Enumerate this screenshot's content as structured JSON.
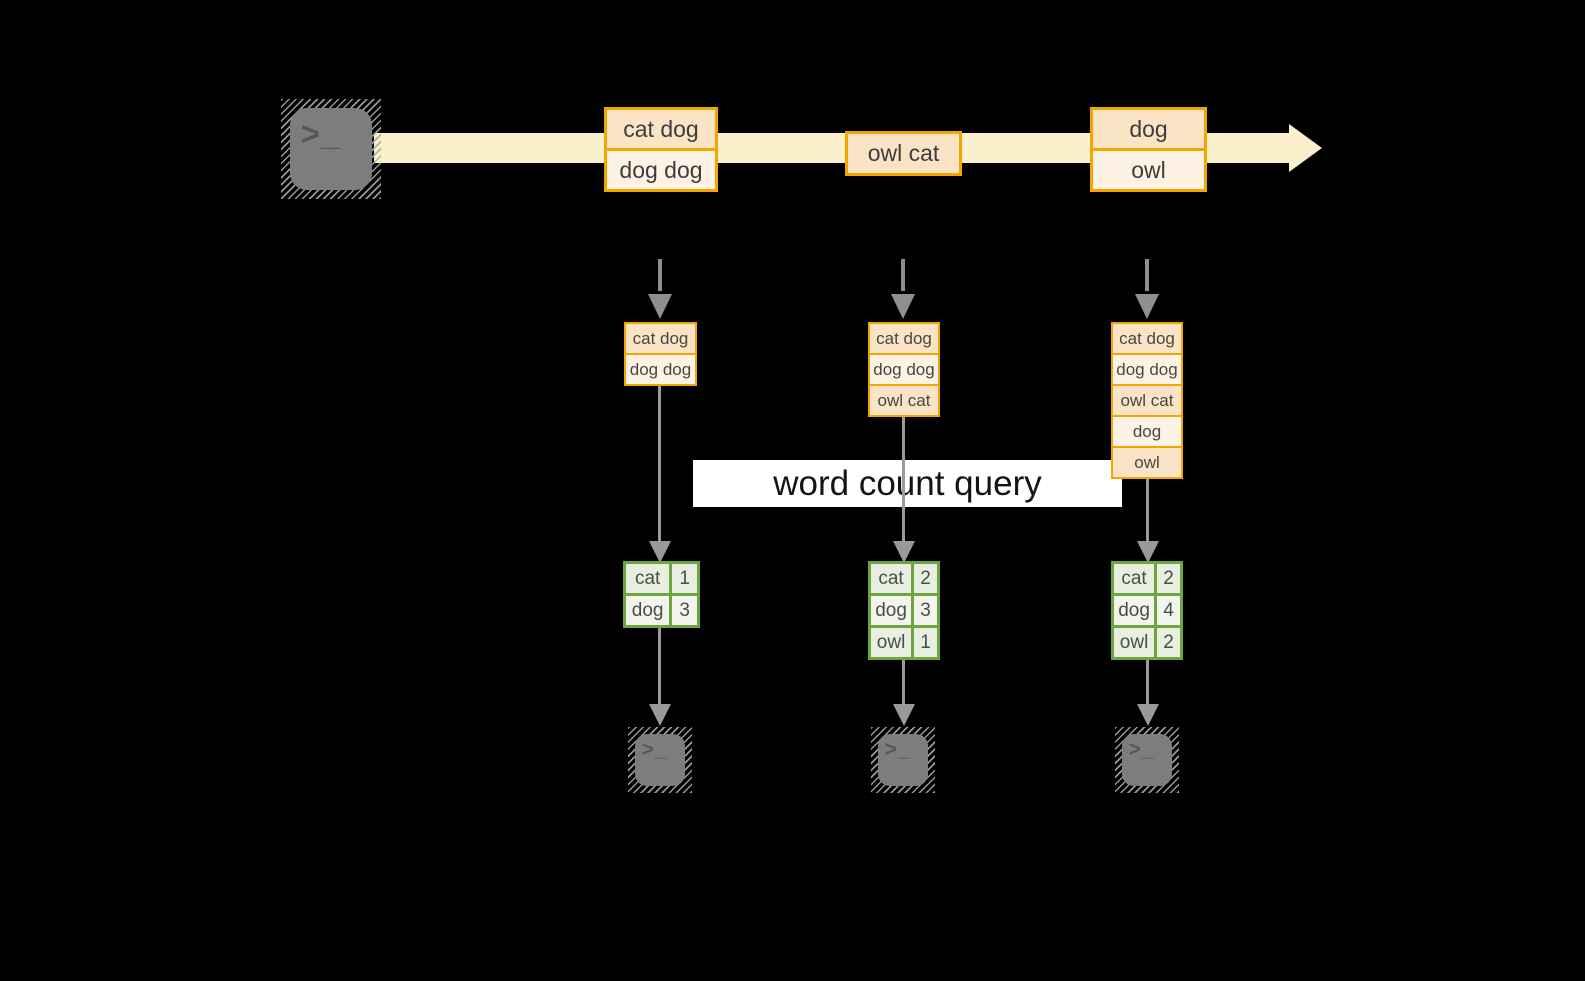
{
  "glyphs": {
    "chevron": ">",
    "underscore": "_"
  },
  "timeline": {
    "events": [
      {
        "rows": [
          "cat dog",
          "dog dog"
        ]
      },
      {
        "rows": [
          "owl cat"
        ]
      },
      {
        "rows": [
          "dog",
          "owl"
        ]
      }
    ]
  },
  "query": {
    "label": "word count query"
  },
  "columns": [
    {
      "buffer": [
        "cat dog",
        "dog dog"
      ],
      "counts": [
        {
          "word": "cat",
          "value": "1"
        },
        {
          "word": "dog",
          "value": "3"
        }
      ]
    },
    {
      "buffer": [
        "cat dog",
        "dog dog",
        "owl cat"
      ],
      "counts": [
        {
          "word": "cat",
          "value": "2"
        },
        {
          "word": "dog",
          "value": "3"
        },
        {
          "word": "owl",
          "value": "1"
        }
      ]
    },
    {
      "buffer": [
        "cat dog",
        "dog dog",
        "owl cat",
        "dog",
        "owl"
      ],
      "counts": [
        {
          "word": "cat",
          "value": "2"
        },
        {
          "word": "dog",
          "value": "4"
        },
        {
          "word": "owl",
          "value": "2"
        }
      ]
    }
  ],
  "colors": {
    "background": "#000000",
    "stream_band": "#faf0cb",
    "box_border": "#f0a800",
    "box_fill_dark": "#fbe3c5",
    "box_fill_light": "#fdf2e4",
    "table_border": "#6ea53f",
    "table_fill_dark": "#e8eee0",
    "table_fill_light": "#f1f5eb",
    "query_band": "#ffffff",
    "arrow_gray": "#9a9a9a",
    "terminal_gray": "#7d7d7d"
  }
}
